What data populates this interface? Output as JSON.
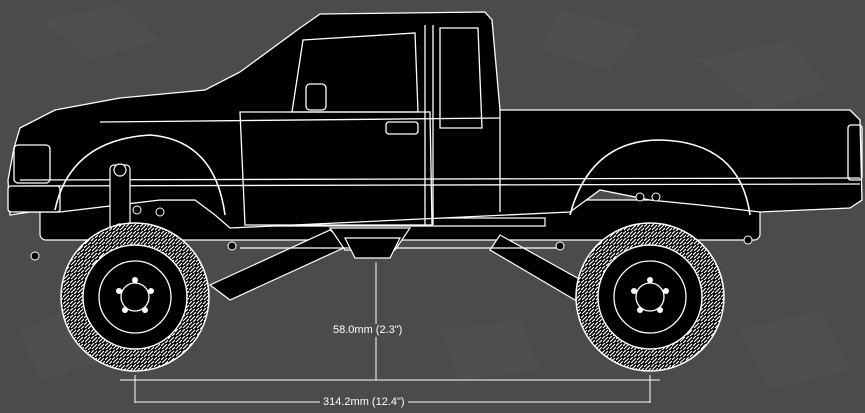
{
  "dimensions": {
    "ground_clearance": {
      "label": "58.0mm (2.3\")",
      "value_mm": 58.0,
      "value_in": 2.3
    },
    "wheelbase": {
      "label": "314.2mm (12.4\")",
      "value_mm": 314.2,
      "value_in": 12.4
    }
  },
  "colors": {
    "background": "#4b4b4b",
    "truck_fill": "#000000",
    "line": "#ffffff"
  }
}
